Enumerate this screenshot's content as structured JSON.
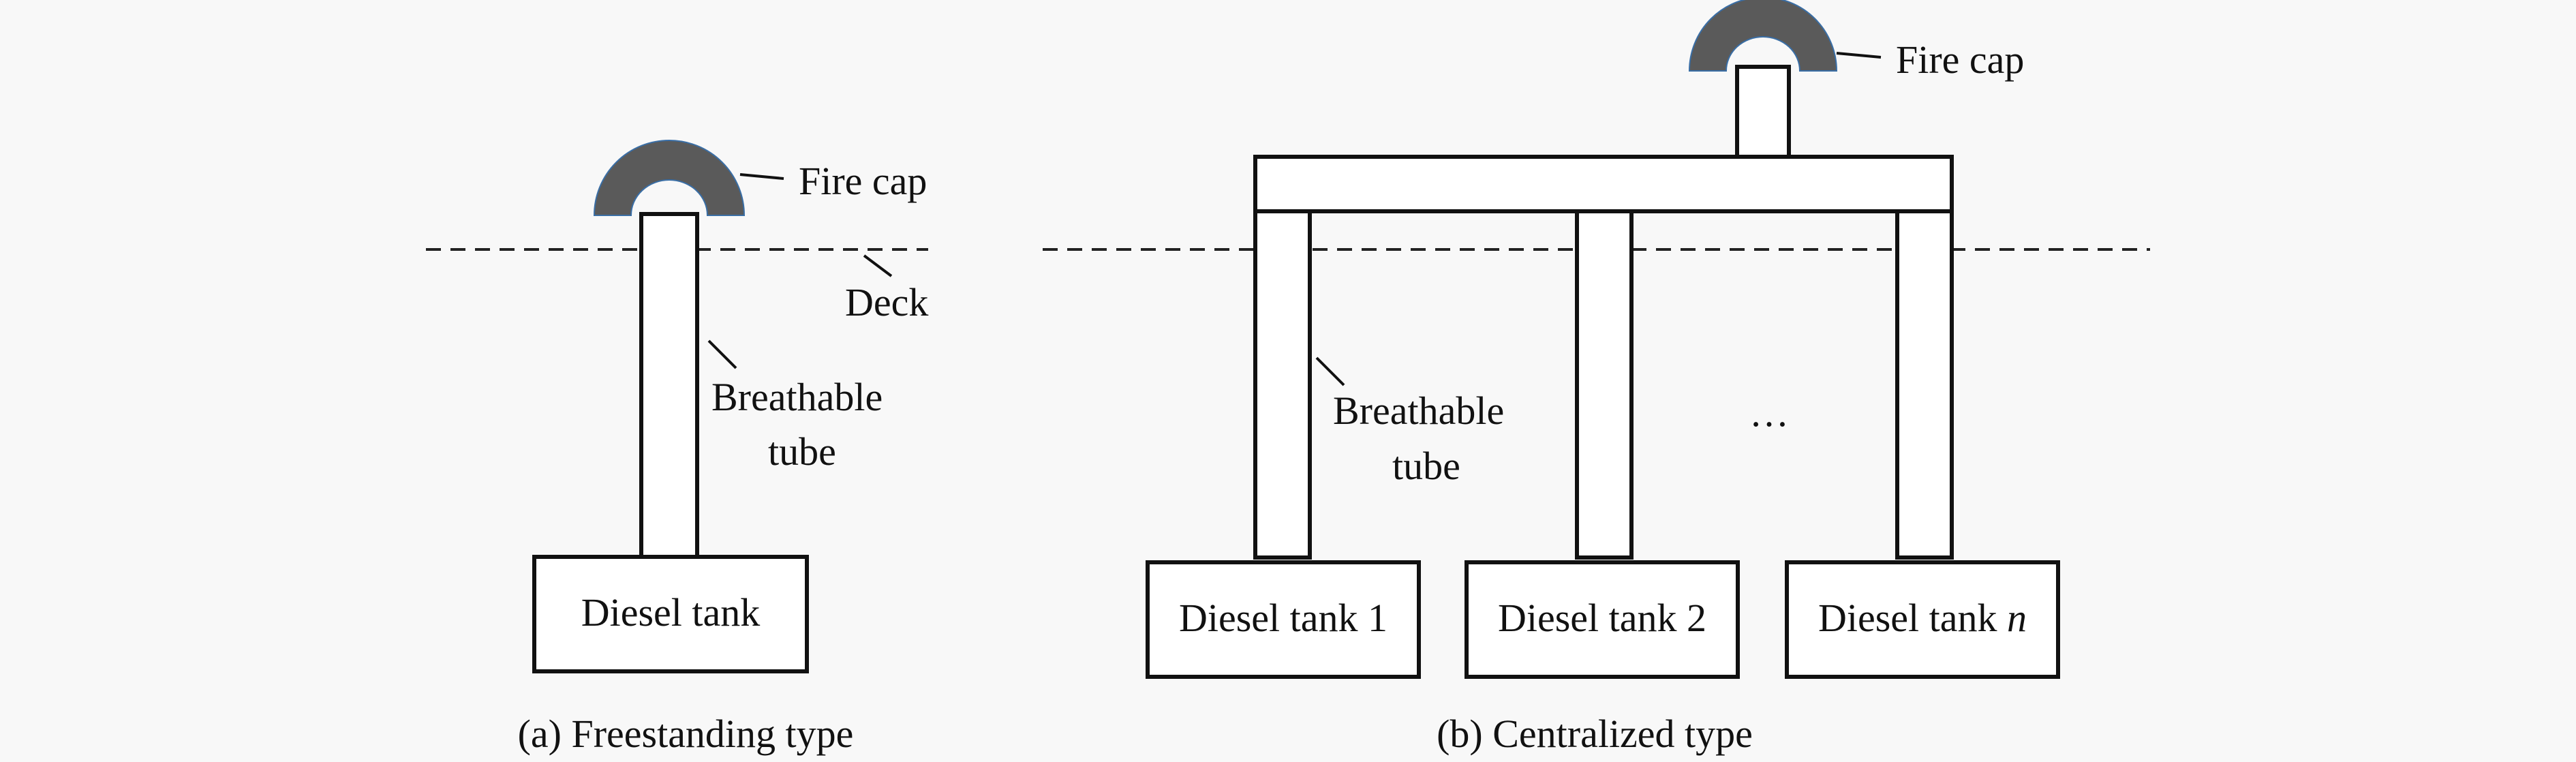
{
  "panel_a": {
    "fire_cap_label": "Fire cap",
    "deck_label": "Deck",
    "tube_label_line1": "Breathable",
    "tube_label_line2": "tube",
    "tank_label": "Diesel tank",
    "caption": "(a) Freestanding type"
  },
  "panel_b": {
    "fire_cap_label": "Fire cap",
    "tube_label_line1": "Breathable",
    "tube_label_line2": "tube",
    "ellipsis": "…",
    "tank1_label": "Diesel tank 1",
    "tank2_label": "Diesel tank 2",
    "tankn_prefix": "Diesel tank ",
    "tankn_suffix": "n",
    "caption": "(b) Centralized type"
  }
}
